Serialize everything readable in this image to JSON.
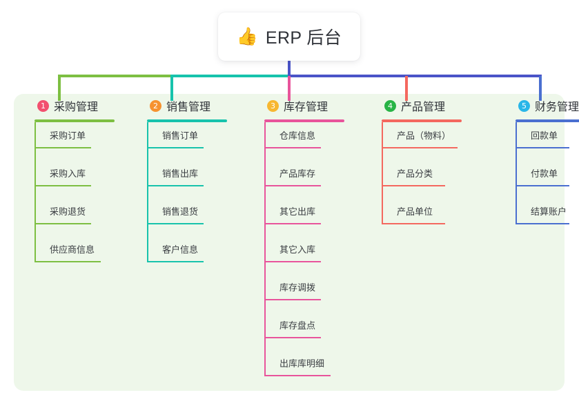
{
  "root": {
    "emoji": "👍",
    "emoji_name": "thumbs-up-emoji",
    "title": "ERP 后台"
  },
  "palette": {
    "panel_bg": "#eef7ea",
    "card_bg": "#ffffff",
    "text": "#2f3238",
    "trunk_blue": "#4a54c8",
    "bar_green": "#7dbf42",
    "bar_teal": "#17c3ac",
    "bar_blue": "#4a54c8"
  },
  "columns": [
    {
      "index": "1",
      "title": "采购管理",
      "badge_color": "#f2506f",
      "line_color": "#7dbf42",
      "rule_width": 116,
      "items": [
        {
          "label": "采购订单",
          "rule_width": 82
        },
        {
          "label": "采购入库",
          "rule_width": 82
        },
        {
          "label": "采购退货",
          "rule_width": 82
        },
        {
          "label": "供应商信息",
          "rule_width": 96
        }
      ]
    },
    {
      "index": "2",
      "title": "销售管理",
      "badge_color": "#f6922f",
      "line_color": "#17c3ac",
      "rule_width": 116,
      "items": [
        {
          "label": "销售订单",
          "rule_width": 82
        },
        {
          "label": "销售出库",
          "rule_width": 82
        },
        {
          "label": "销售退货",
          "rule_width": 82
        },
        {
          "label": "客户信息",
          "rule_width": 82
        }
      ]
    },
    {
      "index": "3",
      "title": "库存管理",
      "badge_color": "#f7b game",
      "line_color": "#e8549b",
      "rule_width": 116,
      "items": [
        {
          "label": "仓库信息",
          "rule_width": 82
        },
        {
          "label": "产品库存",
          "rule_width": 82
        },
        {
          "label": "其它出库",
          "rule_width": 82
        },
        {
          "label": "其它入库",
          "rule_width": 82
        },
        {
          "label": "库存调拨",
          "rule_width": 82
        },
        {
          "label": "库存盘点",
          "rule_width": 82
        },
        {
          "label": "出库库明细",
          "rule_width": 96
        }
      ]
    },
    {
      "index": "4",
      "title": "产品管理",
      "badge_color": "#28b446",
      "line_color": "#f4685f",
      "rule_width": 116,
      "items": [
        {
          "label": "产品（物料）",
          "rule_width": 110
        },
        {
          "label": "产品分类",
          "rule_width": 92
        },
        {
          "label": "产品单位",
          "rule_width": 92
        }
      ]
    },
    {
      "index": "5",
      "title": "财务管理",
      "badge_color": "#29b6e8",
      "line_color": "#4a6fd0",
      "rule_width": 116,
      "items": [
        {
          "label": "回款单",
          "rule_width": 78
        },
        {
          "label": "付款单",
          "rule_width": 78
        },
        {
          "label": "结算账户",
          "rule_width": 78
        }
      ]
    }
  ]
}
